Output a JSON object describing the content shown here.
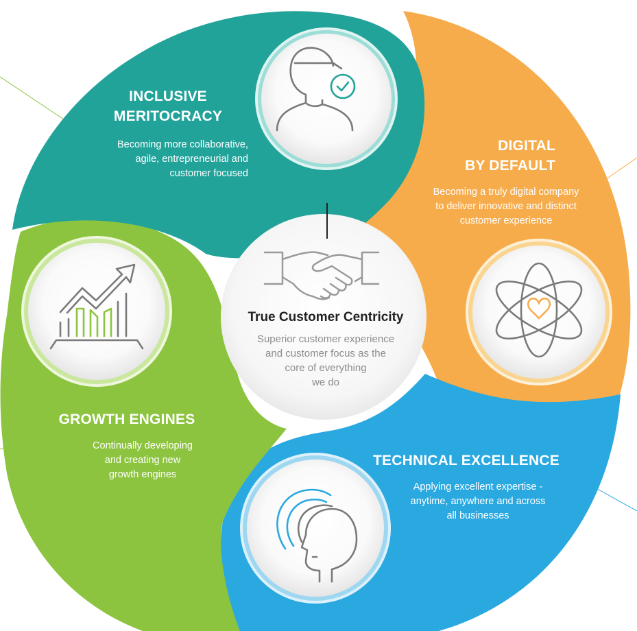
{
  "colors": {
    "teal": "#22a39a",
    "orange": "#f7ac4c",
    "blue": "#2aa8e0",
    "green": "#8cc43f",
    "center": "#f1f1f1",
    "icon_gray": "#7a7a7a"
  },
  "sections": {
    "inclusive": {
      "title_line1": "INCLUSIVE",
      "title_line2": "MERITOCRACY",
      "desc_line1": "Becoming more collaborative,",
      "desc_line2": "agile, entrepreneurial and",
      "desc_line3": "customer focused",
      "icon": "person-check-icon"
    },
    "digital": {
      "title_line1": "DIGITAL",
      "title_line2": "BY DEFAULT",
      "desc_line1": "Becoming a truly digital company",
      "desc_line2": "to deliver innovative and distinct",
      "desc_line3": "customer experience",
      "icon": "atom-heart-icon"
    },
    "growth": {
      "title": "GROWTH ENGINES",
      "desc_line1": "Continually developing",
      "desc_line2": "and creating new",
      "desc_line3": "growth engines",
      "icon": "growth-chart-icon"
    },
    "technical": {
      "title": "TECHNICAL EXCELLENCE",
      "desc_line1": "Applying excellent expertise -",
      "desc_line2": "anytime, anywhere and across",
      "desc_line3": "all businesses",
      "icon": "head-signal-icon"
    }
  },
  "center": {
    "title": "True Customer Centricity",
    "desc_line1": "Superior customer experience",
    "desc_line2": "and customer focus as the",
    "desc_line3": "core of everything",
    "desc_line4": "we do",
    "icon": "handshake-icon"
  }
}
